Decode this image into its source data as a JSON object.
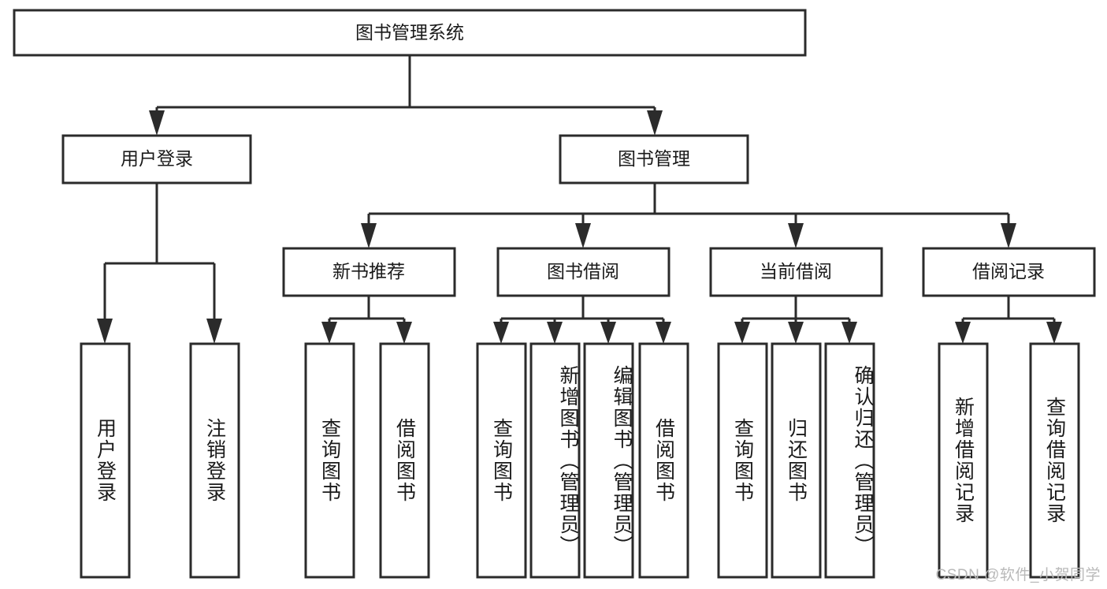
{
  "diagram": {
    "type": "tree-hierarchy",
    "title": "图书管理系统",
    "watermark": "CSDN @软件_小贺同学",
    "root": {
      "id": "root",
      "label": "图书管理系统"
    },
    "level1": [
      {
        "id": "user-login",
        "label": "用户登录"
      },
      {
        "id": "book-manage",
        "label": "图书管理"
      }
    ],
    "level2": [
      {
        "id": "new-book-recommend",
        "label": "新书推荐",
        "parent": "book-manage"
      },
      {
        "id": "book-borrow",
        "label": "图书借阅",
        "parent": "book-manage"
      },
      {
        "id": "current-borrow",
        "label": "当前借阅",
        "parent": "book-manage"
      },
      {
        "id": "borrow-record",
        "label": "借阅记录",
        "parent": "book-manage"
      }
    ],
    "leaves": [
      {
        "id": "leaf-user-login",
        "label": "用户登录",
        "parent": "user-login"
      },
      {
        "id": "leaf-user-logout",
        "label": "注销登录",
        "parent": "user-login"
      },
      {
        "id": "leaf-query-book-1",
        "label": "查询图书",
        "parent": "new-book-recommend"
      },
      {
        "id": "leaf-borrow-book-1",
        "label": "借阅图书",
        "parent": "new-book-recommend"
      },
      {
        "id": "leaf-query-book-2",
        "label": "查询图书",
        "parent": "book-borrow"
      },
      {
        "id": "leaf-add-book",
        "label": "新增图书（管理员）",
        "parent": "book-borrow"
      },
      {
        "id": "leaf-edit-book",
        "label": "编辑图书（管理员）",
        "parent": "book-borrow"
      },
      {
        "id": "leaf-borrow-book-2",
        "label": "借阅图书",
        "parent": "book-borrow"
      },
      {
        "id": "leaf-query-book-3",
        "label": "查询图书",
        "parent": "current-borrow"
      },
      {
        "id": "leaf-return-book",
        "label": "归还图书",
        "parent": "current-borrow"
      },
      {
        "id": "leaf-confirm-return",
        "label": "确认归还（管理员）",
        "parent": "current-borrow"
      },
      {
        "id": "leaf-add-record",
        "label": "新增借阅记录",
        "parent": "borrow-record"
      },
      {
        "id": "leaf-query-record",
        "label": "查询借阅记录",
        "parent": "borrow-record"
      }
    ],
    "colors": {
      "stroke": "#2b2b2b",
      "fill": "#ffffff",
      "text": "#1a1a1a",
      "watermark": "#b9b9b9"
    }
  }
}
